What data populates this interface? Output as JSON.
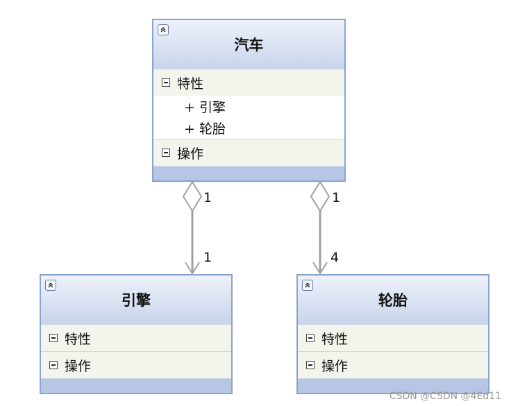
{
  "classes": {
    "car": {
      "title": "汽车",
      "attributes_label": "特性",
      "attributes": [
        "+ 引擎",
        "+ 轮胎"
      ],
      "operations_label": "操作"
    },
    "engine": {
      "title": "引擎",
      "attributes_label": "特性",
      "operations_label": "操作"
    },
    "tire": {
      "title": "轮胎",
      "attributes_label": "特性",
      "operations_label": "操作"
    }
  },
  "associations": [
    {
      "from": "汽车",
      "to": "引擎",
      "type": "aggregation",
      "source_multiplicity": "1",
      "target_multiplicity": "1"
    },
    {
      "from": "汽车",
      "to": "轮胎",
      "type": "aggregation",
      "source_multiplicity": "1",
      "target_multiplicity": "4"
    }
  ],
  "colors": {
    "border": "#8aa3cf",
    "header_gradient_bottom": "#c9d4ec",
    "footer": "#b8c6e6",
    "connector": "#a0a0a0"
  },
  "watermark": "CSDN @CSDN @4Ed11"
}
